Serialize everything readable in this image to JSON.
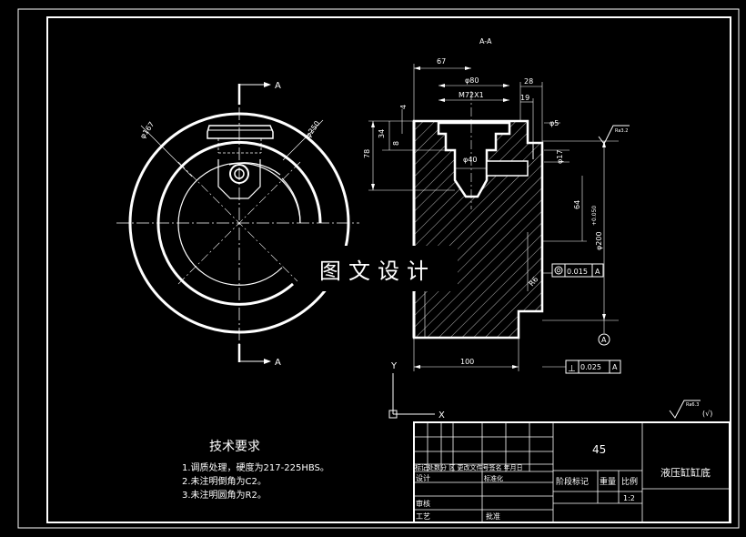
{
  "section_label": "A-A",
  "cut_labels": {
    "top": "A",
    "bottom": "A"
  },
  "left_view": {
    "dim_d167": "φ167",
    "dim_d250": "φ250"
  },
  "dims": {
    "d67": "67",
    "d80": "φ80",
    "d28": "28",
    "m72": "M72X1",
    "d19": "19",
    "d4": "4",
    "d5": "φ5",
    "d34": "34",
    "d8": "8",
    "d78": "78",
    "d40": "φ40",
    "d17": "φ17",
    "d64": "64",
    "d200": "φ200",
    "d200_tol": "+0.050",
    "r6": "R6",
    "d100": "100"
  },
  "tolerances": {
    "runout_value": "0.015",
    "runout_datum": "A",
    "perp_symbol": "⊥",
    "perp_value": "0.025",
    "perp_datum": "A",
    "datum_label": "A"
  },
  "roughness": {
    "side": "Ra3.2",
    "general": "Ra6.3",
    "general_suffix": "(√)"
  },
  "axes": {
    "y": "Y",
    "x": "X"
  },
  "watermark": "图文设计",
  "tech": {
    "title": "技术要求",
    "items": [
      "1.调质处理，硬度为217-225HBS。",
      "2.未注明倒角为C2。",
      "3.未注明圆角为R2。"
    ]
  },
  "title_block": {
    "material": "45",
    "part_name": "液压缸缸底",
    "r1": "标记处数分 区 更改文件号签名 年月日",
    "design": "设计",
    "standardize": "标准化",
    "stage": "阶段标记",
    "weight": "重量",
    "scale_label": "比例",
    "scale_value": "1:2",
    "check": "审核",
    "process": "工艺",
    "approve": "批准"
  }
}
